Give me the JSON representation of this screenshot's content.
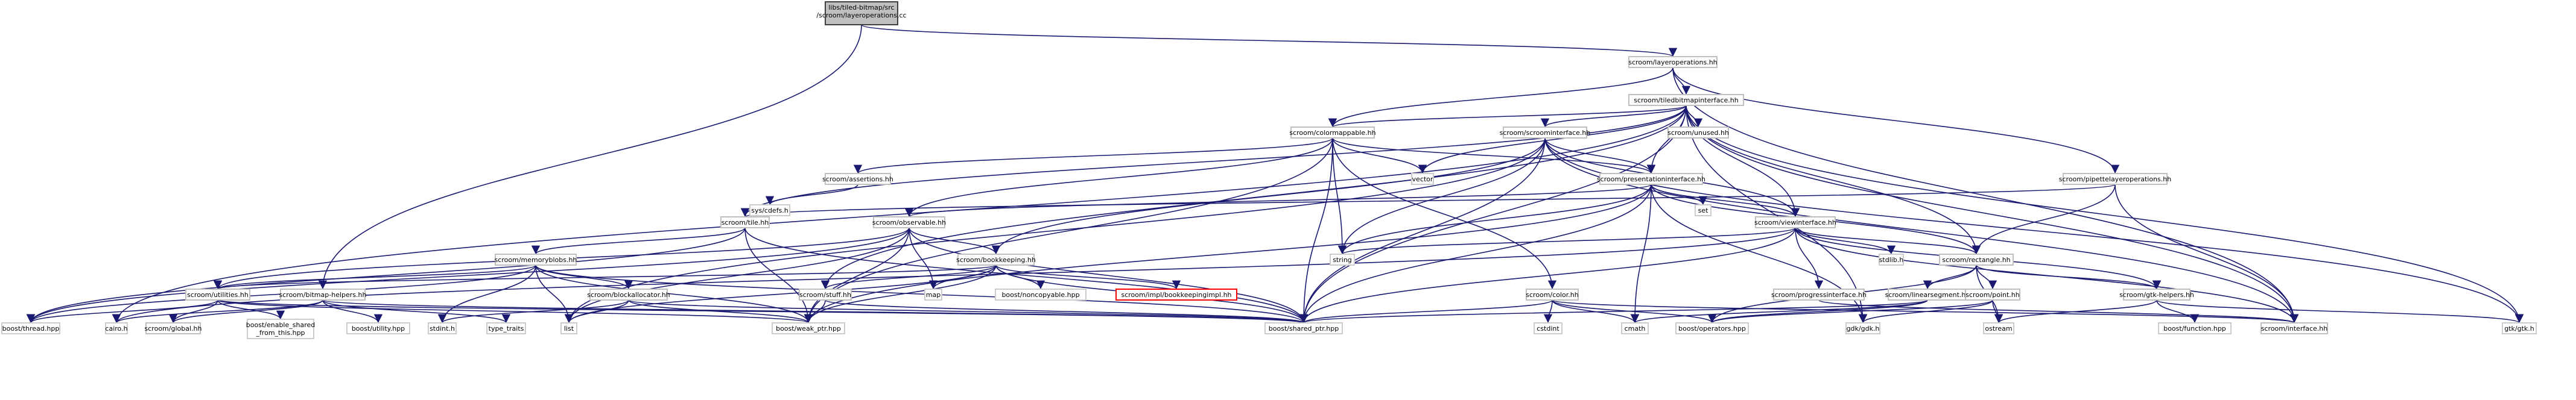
{
  "root": {
    "lines": [
      "libs/tiled-bitmap/src",
      "/scroom/layeroperations.cc"
    ]
  },
  "nodes": {
    "layerops": "scroom/layeroperations.hh",
    "tiledbitmap": "scroom/tiledbitmapinterface.hh",
    "colormappable": "scroom/colormappable.hh",
    "scroominterface": "scroom/scroominterface.hh",
    "unused": "scroom/unused.hh",
    "assertions": "scroom/assertions.hh",
    "presentation": "scroom/presentationinterface.hh",
    "pipette": "scroom/pipettelayeroperations.hh",
    "sysdefs": "sys/cdefs.h",
    "vector": "vector",
    "tile": "scroom/tile.hh",
    "observable": "scroom/observable.hh",
    "set": "set",
    "viewinterface": "scroom/viewinterface.hh",
    "string": "string",
    "memoryblobs": "scroom/memoryblobs.hh",
    "bookkeeping": "scroom/bookkeeping.hh",
    "stdlib": "stdlib.h",
    "rectangle": "scroom/rectangle.hh",
    "utilities": "scroom/utilities.hh",
    "bitmaphelpers": "scroom/bitmap-helpers.hh",
    "blockallocator": "scroom/blockallocator.hh",
    "stuff": "scroom/stuff.hh",
    "map": "map",
    "noncopyable": "boost/noncopyable.hpp",
    "bookkeepingimpl": "scroom/impl/bookkeepingimpl.hh",
    "color": "scroom/color.hh",
    "progress": "scroom/progressinterface.hh",
    "linearsegment": "scroom/linearsegment.hh",
    "point": "scroom/point.hh",
    "gtkhelpers": "scroom/gtk-helpers.hh",
    "boostthread": "boost/thread.hpp",
    "cairo": "cairo.h",
    "global": "scroom/global.hh",
    "enableshared": [
      "boost/enable_shared",
      "_from_this.hpp"
    ],
    "boostutility": "boost/utility.hpp",
    "stdint": "stdint.h",
    "typetraits": "type_traits",
    "list": "list",
    "weakptr": "boost/weak_ptr.hpp",
    "sharedptr": "boost/shared_ptr.hpp",
    "cstdint": "cstdint",
    "cmath": "cmath",
    "operators": "boost/operators.hpp",
    "gdk": "gdk/gdk.h",
    "ostream": "ostream",
    "boostfunction": "boost/function.hpp",
    "interface": "scroom/interface.hh",
    "gtk": "gtk/gtk.h"
  },
  "colors": {
    "edge": "#191970",
    "node_border": "#bfbfbf",
    "root_fill": "#bfbfbf",
    "missing_border": "#ff0000"
  }
}
